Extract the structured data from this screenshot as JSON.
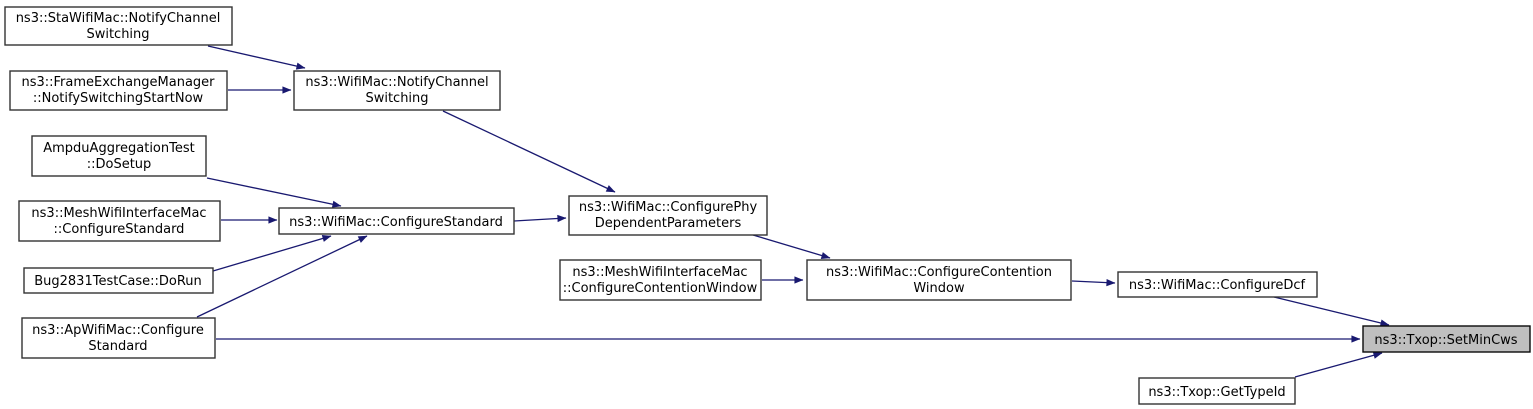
{
  "diagram": {
    "kind": "doxygen-call-graph",
    "highlighted_node": "ns3::Txop::SetMinCws",
    "colors": {
      "background": "#ffffff",
      "edge": "#191970",
      "node_fill": "#ffffff",
      "node_border": "#333333",
      "highlight_fill": "#bfbfbf",
      "text": "#000000"
    }
  },
  "nodes": {
    "sta_wifi_mac_notify_channel_switching": {
      "line1": "ns3::StaWifiMac::NotifyChannel",
      "line2": "Switching"
    },
    "frame_exchange_manager_notify_switching_start_now": {
      "line1": "ns3::FrameExchangeManager",
      "line2": "::NotifySwitchingStartNow"
    },
    "wifi_mac_notify_channel_switching": {
      "line1": "ns3::WifiMac::NotifyChannel",
      "line2": "Switching"
    },
    "ampdu_aggregation_test_do_setup": {
      "line1": "AmpduAggregationTest",
      "line2": "::DoSetup"
    },
    "mesh_wifi_interface_mac_configure_standard": {
      "line1": "ns3::MeshWifiInterfaceMac",
      "line2": "::ConfigureStandard"
    },
    "wifi_mac_configure_standard": {
      "line1": "ns3::WifiMac::ConfigureStandard"
    },
    "bug2831_test_case_do_run": {
      "line1": "Bug2831TestCase::DoRun"
    },
    "ap_wifi_mac_configure_standard": {
      "line1": "ns3::ApWifiMac::Configure",
      "line2": "Standard"
    },
    "wifi_mac_configure_phy_dependent_parameters": {
      "line1": "ns3::WifiMac::ConfigurePhy",
      "line2": "DependentParameters"
    },
    "mesh_wifi_interface_mac_configure_contention_window": {
      "line1": "ns3::MeshWifiInterfaceMac",
      "line2": "::ConfigureContentionWindow"
    },
    "wifi_mac_configure_contention_window": {
      "line1": "ns3::WifiMac::ConfigureContention",
      "line2": "Window"
    },
    "wifi_mac_configure_dcf": {
      "line1": "ns3::WifiMac::ConfigureDcf"
    },
    "txop_set_min_cws": {
      "line1": "ns3::Txop::SetMinCws"
    },
    "txop_get_type_id": {
      "line1": "ns3::Txop::GetTypeId"
    }
  },
  "edges": [
    {
      "from": "sta_wifi_mac_notify_channel_switching",
      "to": "wifi_mac_notify_channel_switching"
    },
    {
      "from": "frame_exchange_manager_notify_switching_start_now",
      "to": "wifi_mac_notify_channel_switching"
    },
    {
      "from": "wifi_mac_notify_channel_switching",
      "to": "wifi_mac_configure_phy_dependent_parameters"
    },
    {
      "from": "ampdu_aggregation_test_do_setup",
      "to": "wifi_mac_configure_standard"
    },
    {
      "from": "mesh_wifi_interface_mac_configure_standard",
      "to": "wifi_mac_configure_standard"
    },
    {
      "from": "bug2831_test_case_do_run",
      "to": "wifi_mac_configure_standard"
    },
    {
      "from": "ap_wifi_mac_configure_standard",
      "to": "wifi_mac_configure_standard"
    },
    {
      "from": "wifi_mac_configure_standard",
      "to": "wifi_mac_configure_phy_dependent_parameters"
    },
    {
      "from": "wifi_mac_configure_phy_dependent_parameters",
      "to": "wifi_mac_configure_contention_window"
    },
    {
      "from": "mesh_wifi_interface_mac_configure_contention_window",
      "to": "wifi_mac_configure_contention_window"
    },
    {
      "from": "wifi_mac_configure_contention_window",
      "to": "wifi_mac_configure_dcf"
    },
    {
      "from": "wifi_mac_configure_dcf",
      "to": "txop_set_min_cws"
    },
    {
      "from": "ap_wifi_mac_configure_standard",
      "to": "txop_set_min_cws"
    },
    {
      "from": "txop_get_type_id",
      "to": "txop_set_min_cws"
    }
  ]
}
